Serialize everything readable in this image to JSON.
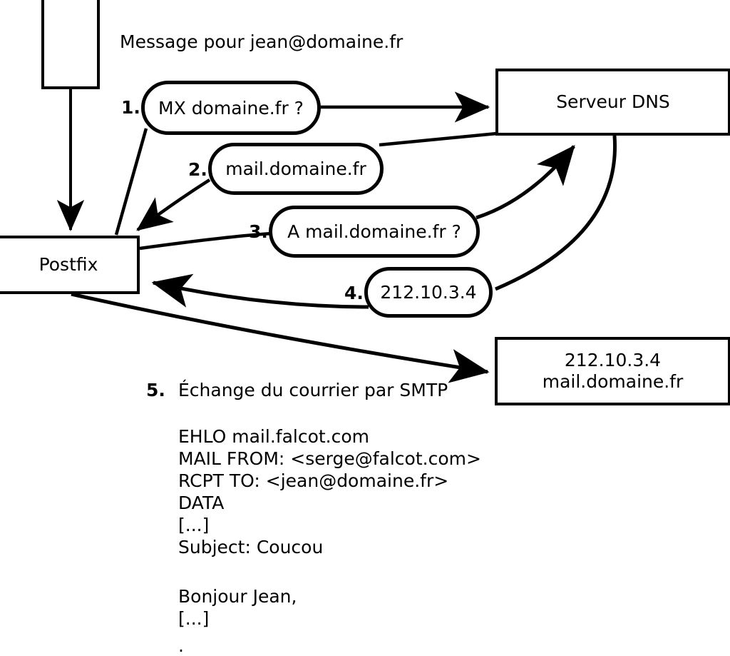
{
  "diagram": {
    "title_note": "Message pour jean@domaine.fr",
    "nodes": {
      "mail_client": {
        "label": ""
      },
      "postfix": {
        "label": "Postfix"
      },
      "dns_server": {
        "label": "Serveur DNS"
      },
      "remote_mx_line1": {
        "label": "212.10.3.4"
      },
      "remote_mx_line2": {
        "label": "mail.domaine.fr"
      }
    },
    "steps": [
      {
        "num": "1.",
        "label": "MX domaine.fr ?"
      },
      {
        "num": "2.",
        "label": "mail.domaine.fr"
      },
      {
        "num": "3.",
        "label": "A mail.domaine.fr ?"
      },
      {
        "num": "4.",
        "label": "212.10.3.4"
      },
      {
        "num": "5.",
        "label": "Échange du courrier par SMTP"
      }
    ],
    "smtp_transcript": [
      "EHLO mail.falcot.com",
      "MAIL FROM: <serge@falcot.com>",
      "RCPT TO: <jean@domaine.fr>",
      "DATA",
      "[...]",
      "Subject: Coucou",
      "",
      "Bonjour Jean,",
      "[...]",
      "."
    ],
    "colors": {
      "stroke": "#000000",
      "fill": "#ffffff",
      "text": "#000000"
    }
  }
}
